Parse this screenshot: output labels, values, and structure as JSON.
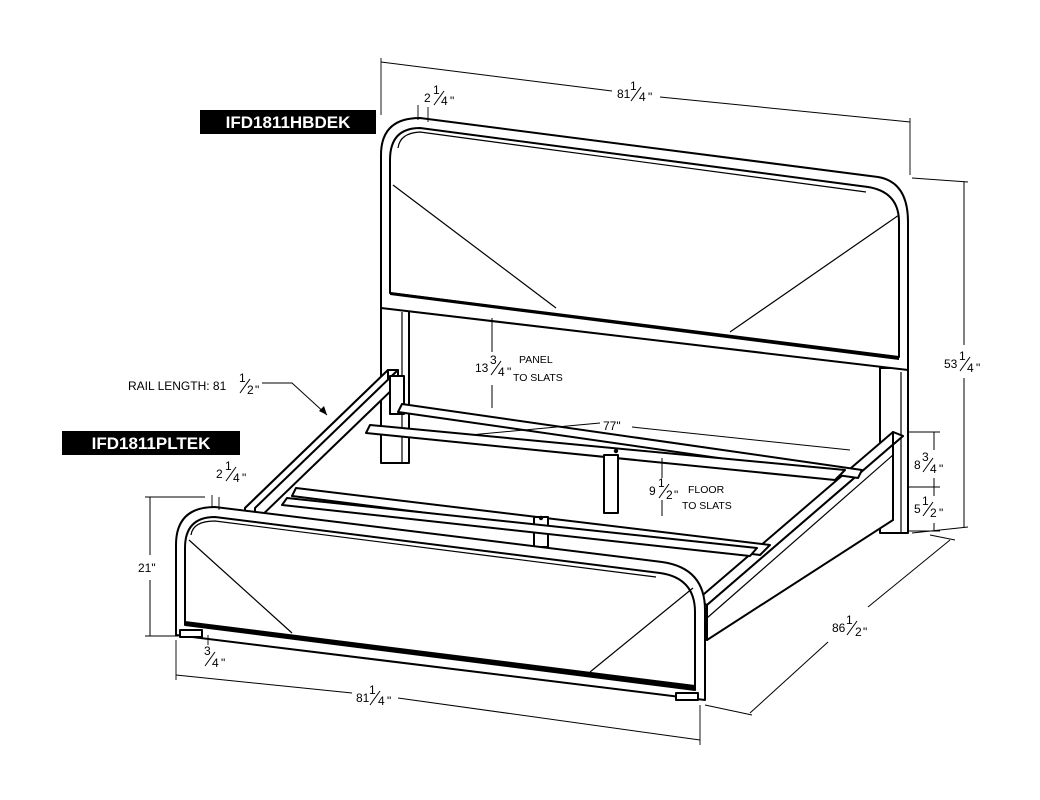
{
  "labels": {
    "headboard_model": "IFD1811HBDEK",
    "footboard_model": "IFD1811PLTEK"
  },
  "dimensions": {
    "headboard_width": {
      "whole": "81",
      "num": "1",
      "den": "4",
      "unit": "\""
    },
    "headboard_post": {
      "whole": "2",
      "num": "1",
      "den": "4",
      "unit": "\""
    },
    "headboard_height": {
      "whole": "53",
      "num": "1",
      "den": "4",
      "unit": "\""
    },
    "panel_to_slats": {
      "whole": "13",
      "num": "3",
      "den": "4",
      "unit": "\""
    },
    "panel_to_slats_note": [
      "PANEL",
      "TO SLATS"
    ],
    "rail_length": {
      "prefix": "RAIL LENGTH: 81",
      "num": "1",
      "den": "2",
      "unit": "\""
    },
    "inner_width": "77\"",
    "rail_height": {
      "whole": "8",
      "num": "3",
      "den": "4",
      "unit": "\""
    },
    "leg_height": {
      "whole": "5",
      "num": "1",
      "den": "2",
      "unit": "\""
    },
    "floor_to_slats": {
      "whole": "9",
      "num": "1",
      "den": "2",
      "unit": "\""
    },
    "floor_to_slats_note": [
      "FLOOR",
      "TO SLATS"
    ],
    "footboard_post": {
      "whole": "2",
      "num": "1",
      "den": "4",
      "unit": "\""
    },
    "footboard_height": "21\"",
    "footboard_foot": {
      "num": "3",
      "den": "4",
      "unit": "\""
    },
    "footboard_width": {
      "whole": "81",
      "num": "1",
      "den": "4",
      "unit": "\""
    },
    "overall_length": {
      "whole": "86",
      "num": "1",
      "den": "2",
      "unit": "\""
    }
  }
}
